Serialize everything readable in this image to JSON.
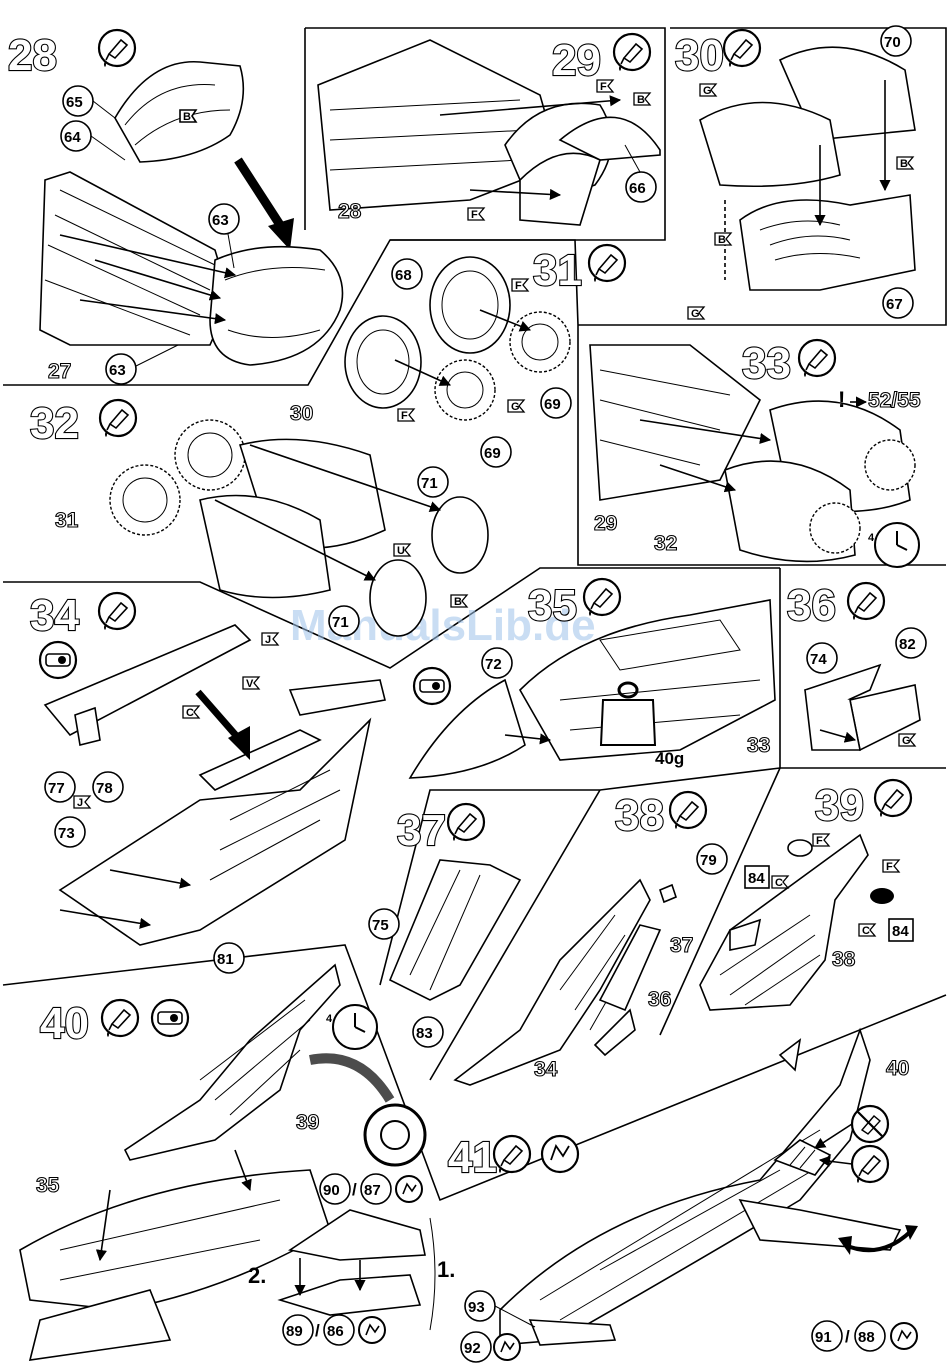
{
  "watermark": "ManualsLib.de",
  "steps": [
    {
      "id": "28",
      "number": "28",
      "callouts": [
        "65",
        "64",
        "63",
        "63"
      ],
      "labels": [
        "27"
      ],
      "flags": [
        "B"
      ]
    },
    {
      "id": "29",
      "number": "29",
      "callouts": [
        "66"
      ],
      "labels": [
        "28"
      ],
      "flags": [
        "F",
        "F",
        "B"
      ]
    },
    {
      "id": "30",
      "number": "30",
      "callouts": [
        "70",
        "67"
      ],
      "labels": [],
      "flags": [
        "G",
        "B",
        "B",
        "G"
      ]
    },
    {
      "id": "31",
      "number": "31",
      "callouts": [
        "68",
        "69",
        "69"
      ],
      "labels": [],
      "flags": [
        "F",
        "F",
        "G"
      ]
    },
    {
      "id": "32",
      "number": "32",
      "callouts": [
        "71",
        "71"
      ],
      "labels": [
        "30",
        "31"
      ],
      "flags": [
        "U",
        "B"
      ]
    },
    {
      "id": "33",
      "number": "33",
      "callouts": [],
      "labels": [
        "29",
        "32"
      ],
      "flags": [],
      "reference": "52/55",
      "clock": "4"
    },
    {
      "id": "34",
      "number": "34",
      "callouts": [
        "77",
        "78",
        "73",
        "81"
      ],
      "labels": [],
      "flags": [
        "J",
        "V",
        "C",
        "J"
      ]
    },
    {
      "id": "35",
      "number": "35",
      "callouts": [
        "72"
      ],
      "labels": [
        "33"
      ],
      "weight": "40g"
    },
    {
      "id": "36",
      "number": "36",
      "callouts": [
        "74",
        "82"
      ],
      "labels": [],
      "flags": [
        "G"
      ]
    },
    {
      "id": "37",
      "number": "37",
      "callouts": [
        "75",
        "83"
      ],
      "labels": []
    },
    {
      "id": "38",
      "number": "38",
      "callouts": [
        "79"
      ],
      "labels": [
        "37",
        "36",
        "34"
      ],
      "flags": []
    },
    {
      "id": "39",
      "number": "39",
      "callouts": [
        "84",
        "84"
      ],
      "labels": [
        "38"
      ],
      "flags": [
        "F",
        "C",
        "F",
        "C"
      ]
    },
    {
      "id": "40",
      "number": "40",
      "callouts": [
        "90",
        "87",
        "89",
        "86"
      ],
      "labels": [
        "39",
        "35"
      ],
      "sequence": [
        "1.",
        "2."
      ],
      "clock": "4",
      "separator": "/"
    },
    {
      "id": "41",
      "number": "41",
      "callouts": [
        "93",
        "92",
        "91",
        "88"
      ],
      "labels": [
        "40"
      ],
      "separator": "/"
    }
  ]
}
